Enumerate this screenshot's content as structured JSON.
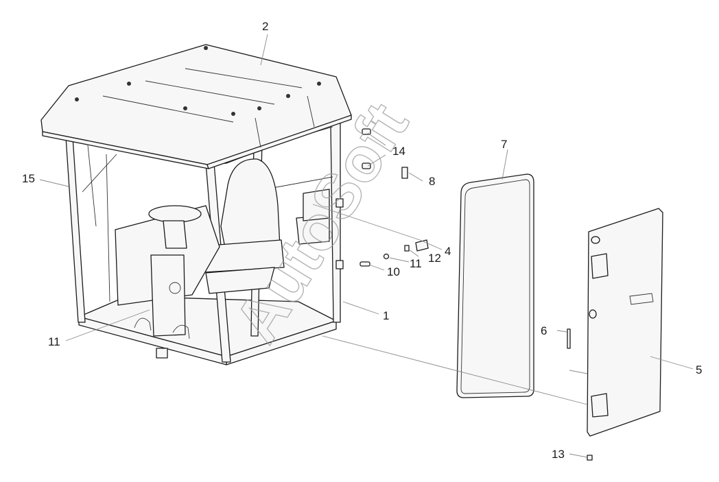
{
  "watermark": "AutoSoft",
  "callouts": [
    {
      "id": "1",
      "label": "1"
    },
    {
      "id": "2",
      "label": "2"
    },
    {
      "id": "4",
      "label": "4"
    },
    {
      "id": "5",
      "label": "5"
    },
    {
      "id": "6",
      "label": "6"
    },
    {
      "id": "7",
      "label": "7"
    },
    {
      "id": "8",
      "label": "8"
    },
    {
      "id": "10",
      "label": "10"
    },
    {
      "id": "11a",
      "label": "11"
    },
    {
      "id": "11b",
      "label": "11"
    },
    {
      "id": "12",
      "label": "12"
    },
    {
      "id": "13",
      "label": "13"
    },
    {
      "id": "14",
      "label": "14"
    },
    {
      "id": "15",
      "label": "15"
    }
  ]
}
